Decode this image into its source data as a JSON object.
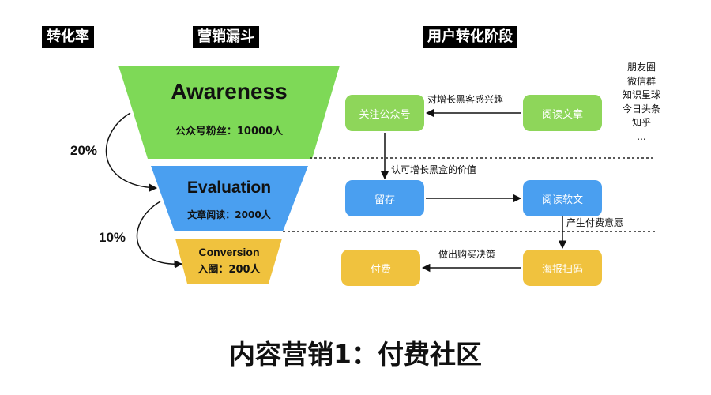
{
  "headers": {
    "rate": "转化率",
    "funnel": "营销漏斗",
    "stages": "用户转化阶段"
  },
  "funnel": {
    "awareness": {
      "title": "Awareness",
      "subtitle": "公众号粉丝：10000人",
      "color": "#7ed957"
    },
    "evaluation": {
      "title": "Evaluation",
      "subtitle": "文章阅读：2000人",
      "color": "#4a9ff0"
    },
    "conversion": {
      "title": "Conversion",
      "subtitle": "入圈：200人",
      "color": "#f0c23e"
    }
  },
  "rates": {
    "first": "20%",
    "second": "10%"
  },
  "boxes": {
    "follow": "关注公众号",
    "read_article": "阅读文章",
    "retain": "留存",
    "read_soft": "阅读软文",
    "pay": "付费",
    "poster_scan": "海报扫码"
  },
  "arrow_labels": {
    "interest": "对增长黑客感兴趣",
    "recognize_value": "认可增长黑盒的价值",
    "intent": "产生付费意愿",
    "buy": "做出购买决策"
  },
  "channels": [
    "朋友圈",
    "微信群",
    "知识星球",
    "今日头条",
    "知乎",
    "..."
  ],
  "title": "内容营销1：付费社区"
}
